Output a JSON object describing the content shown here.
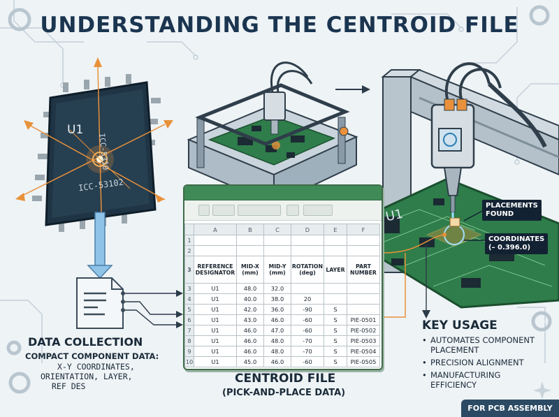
{
  "title": "UNDERSTANDING THE CENTROID FILE",
  "chip": {
    "ref": "U1",
    "code_a": "ICC-53102",
    "code_b": "ICC-5310"
  },
  "data_collection": {
    "heading": "DATA COLLECTION",
    "subheading": "COMPACT COMPONENT DATA:",
    "lines": [
      "X-Y COORDINATES,",
      "ORIENTATION, LAYER,",
      "REF DES"
    ]
  },
  "spreadsheet": {
    "col_letters": [
      "A",
      "B",
      "C",
      "D",
      "E",
      "F"
    ],
    "headers": [
      "REFERENCE DESIGNATOR",
      "MID-X (mm)",
      "MID-Y (mm)",
      "ROTATION (deg)",
      "LAYER",
      "PART NUMBER"
    ],
    "header_row_number": "3",
    "rows": [
      {
        "n": "1",
        "cells": [
          "",
          "",
          "",
          "",
          "",
          ""
        ]
      },
      {
        "n": "2",
        "cells": [
          "",
          "",
          "",
          "",
          "",
          ""
        ]
      },
      {
        "n": "3",
        "cells": [
          "U1",
          "48.0",
          "32.0",
          "",
          "",
          ""
        ]
      },
      {
        "n": "4",
        "cells": [
          "U1",
          "40.0",
          "38.0",
          "20",
          "",
          ""
        ]
      },
      {
        "n": "5",
        "cells": [
          "U1",
          "42.0",
          "36.0",
          "-90",
          "S",
          ""
        ]
      },
      {
        "n": "6",
        "cells": [
          "U1",
          "43.0",
          "46.0",
          "-60",
          "S",
          "PIE-0501"
        ]
      },
      {
        "n": "7",
        "cells": [
          "U1",
          "46.0",
          "47.0",
          "-60",
          "S",
          "PIE-0502"
        ]
      },
      {
        "n": "8",
        "cells": [
          "U1",
          "46.0",
          "48.0",
          "-70",
          "S",
          "PIE-0503"
        ]
      },
      {
        "n": "9",
        "cells": [
          "U1",
          "46.0",
          "48.0",
          "-70",
          "S",
          "PIE-0504"
        ]
      },
      {
        "n": "10",
        "cells": [
          "U1",
          "45.0",
          "46.0",
          "-60",
          "S",
          "PIE-0505"
        ]
      }
    ]
  },
  "centroid_file": {
    "heading": "CENTROID FILE",
    "subheading": "(PICK-AND-PLACE DATA)"
  },
  "machine_callouts": {
    "placements": [
      "PLACEMENTS",
      "FOUND"
    ],
    "coordinates": [
      "COORDINATES",
      "(– 0.396.0)"
    ]
  },
  "board_label": "U1",
  "key_usage": {
    "heading": "KEY USAGE",
    "items": [
      {
        "bullet": "•",
        "lines": [
          "AUTOMATES COMPONENT",
          "PLACEMENT"
        ]
      },
      {
        "bullet": "•",
        "lines": [
          "PRECISION ALIGNMENT"
        ]
      },
      {
        "bullet": "•",
        "lines": [
          "MANUFACTURING",
          "EFFICIENCY"
        ]
      }
    ]
  },
  "badge": "FOR PCB ASSEMBLY",
  "icons": [
    "gear-icon",
    "chip-icon",
    "document-icon",
    "pick-and-place-machine-icon",
    "pcb-board-icon",
    "sparkle-icon"
  ],
  "colors": {
    "title": "#1b3550",
    "accent_orange": "#e8913a",
    "sheet_green": "#3f8a57",
    "pcb_green": "#2e7d4a",
    "badge_bg": "#2c4a63"
  }
}
